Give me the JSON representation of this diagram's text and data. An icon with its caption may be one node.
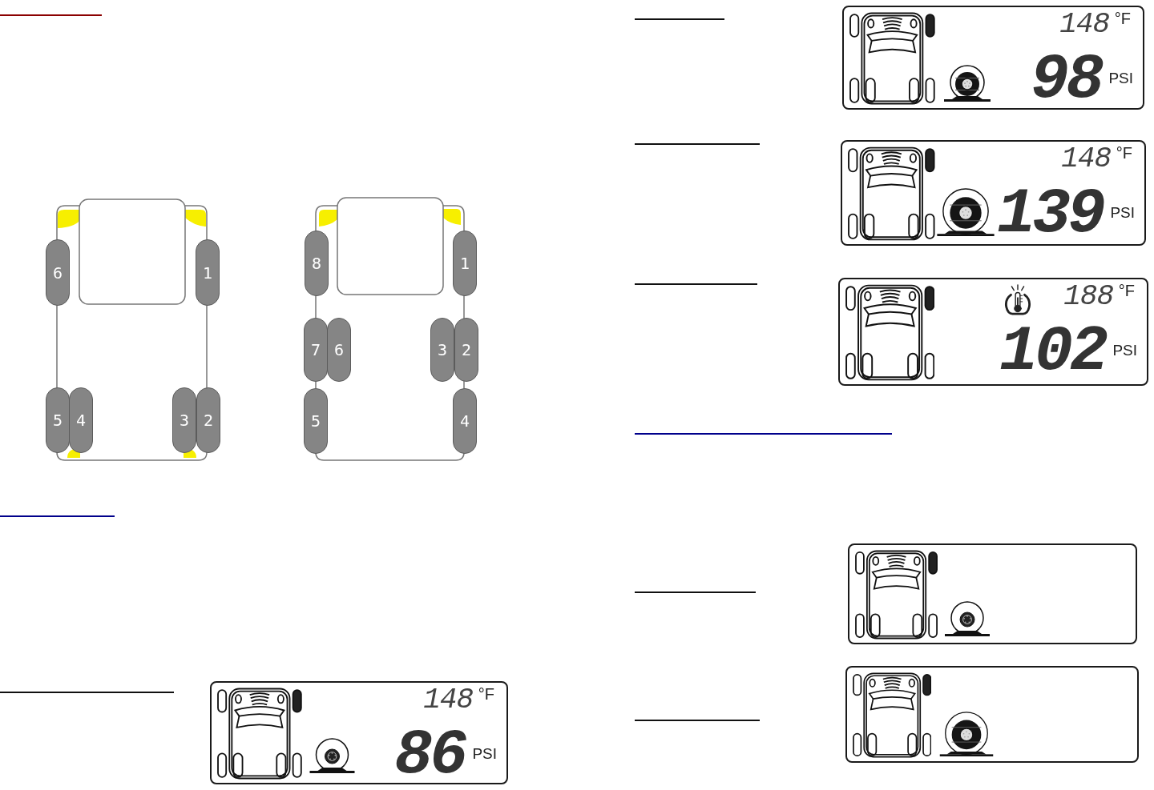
{
  "diagram": {
    "nodes": [
      {
        "text": [
          "6"
        ]
      },
      {
        "text": [
          "1"
        ]
      },
      {
        "text": [
          "5"
        ]
      },
      {
        "text": [
          "4"
        ]
      },
      {
        "text": [
          "3"
        ]
      },
      {
        "text": [
          "2"
        ]
      },
      {
        "text": [
          "8"
        ]
      },
      {
        "text": [
          "1"
        ]
      },
      {
        "text": [
          "7"
        ]
      },
      {
        "text": [
          "6"
        ]
      },
      {
        "text": [
          "3"
        ]
      },
      {
        "text": [
          "2"
        ]
      },
      {
        "text": [
          "5"
        ]
      },
      {
        "text": [
          "4"
        ]
      },
      {
        "text": [
          "148",
          "°F",
          "86",
          "PSI"
        ]
      },
      {
        "text": [
          "148",
          "°F",
          "98",
          "PSI"
        ]
      },
      {
        "text": [
          "148",
          "°F",
          "139",
          "PSI"
        ]
      },
      {
        "text": [
          "188",
          "°F",
          "102",
          "PSI"
        ]
      },
      {
        "text": [],
        "shape": "box"
      },
      {
        "text": [],
        "shape": "box"
      }
    ]
  }
}
